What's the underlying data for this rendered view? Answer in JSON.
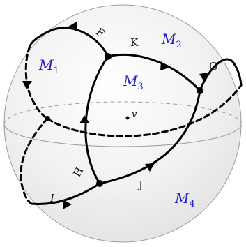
{
  "diagram": {
    "regions": [
      {
        "id": "M1",
        "label": "M",
        "subscript": "1"
      },
      {
        "id": "M2",
        "label": "M",
        "subscript": "2"
      },
      {
        "id": "M3",
        "label": "M",
        "subscript": "3"
      },
      {
        "id": "M4",
        "label": "M",
        "subscript": "4"
      }
    ],
    "edge_labels": {
      "F": "F",
      "K": "K",
      "G": "G",
      "H": "H",
      "J": "J",
      "I": "I"
    },
    "center_point_label": "v",
    "colors": {
      "region_text": "#1f22c8",
      "sphere_fill": "#f2f2f2",
      "sphere_edge": "#9a9a9a",
      "curve": "#000000"
    }
  }
}
